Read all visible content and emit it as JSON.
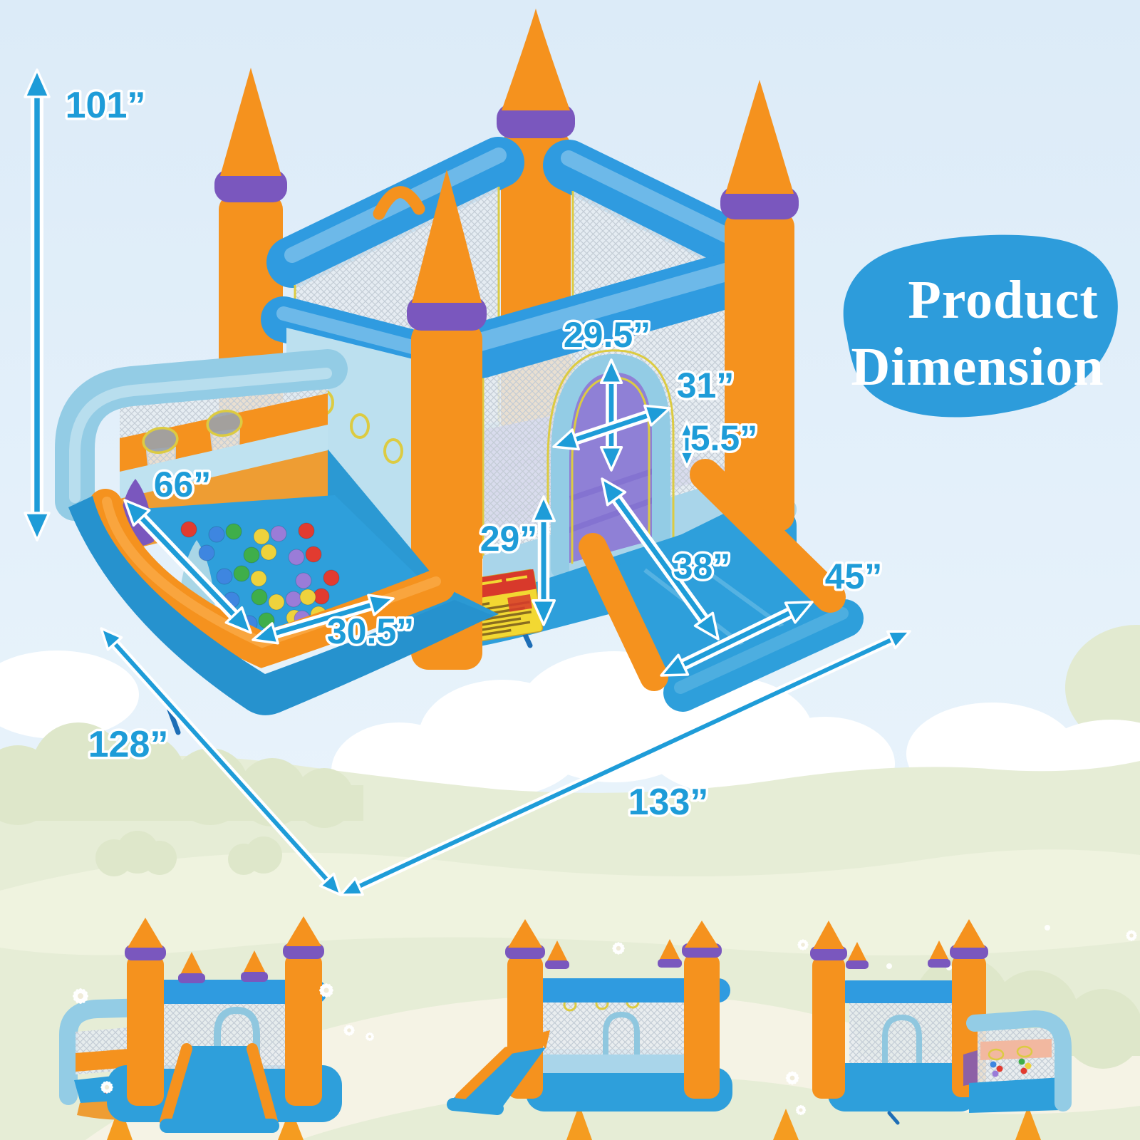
{
  "title": {
    "line1": "Product",
    "line2": "Dimension"
  },
  "dimensions": {
    "overall_height": "101”",
    "door_height": "29.5”",
    "door_width": "31”",
    "slide_rail_height": "5.5”",
    "ball_pit_length": "66”",
    "platform_height": "29”",
    "slide_length": "38”",
    "slide_end_width": "45”",
    "ball_pit_width": "30.5”",
    "footprint_depth": "128”",
    "footprint_width": "133”"
  },
  "colors": {
    "accent_blue": "#1E9CD8",
    "badge_blue": "#2D9CDB",
    "orange": "#F5921E",
    "purple": "#7A57BE",
    "tube_blue": "#2F9BE0",
    "base_blue": "#2E9FDB",
    "arch_light_blue": "#93CCE5",
    "floor_purple": "#8F80D6",
    "mesh_gray": "#E7ECF1",
    "sky": "#E0EEF9",
    "field_green": "#E6EDD6",
    "ball_colors": [
      "#E23B30",
      "#3E86E0",
      "#3FAE4A",
      "#EED23C",
      "#9A7CD8"
    ]
  }
}
